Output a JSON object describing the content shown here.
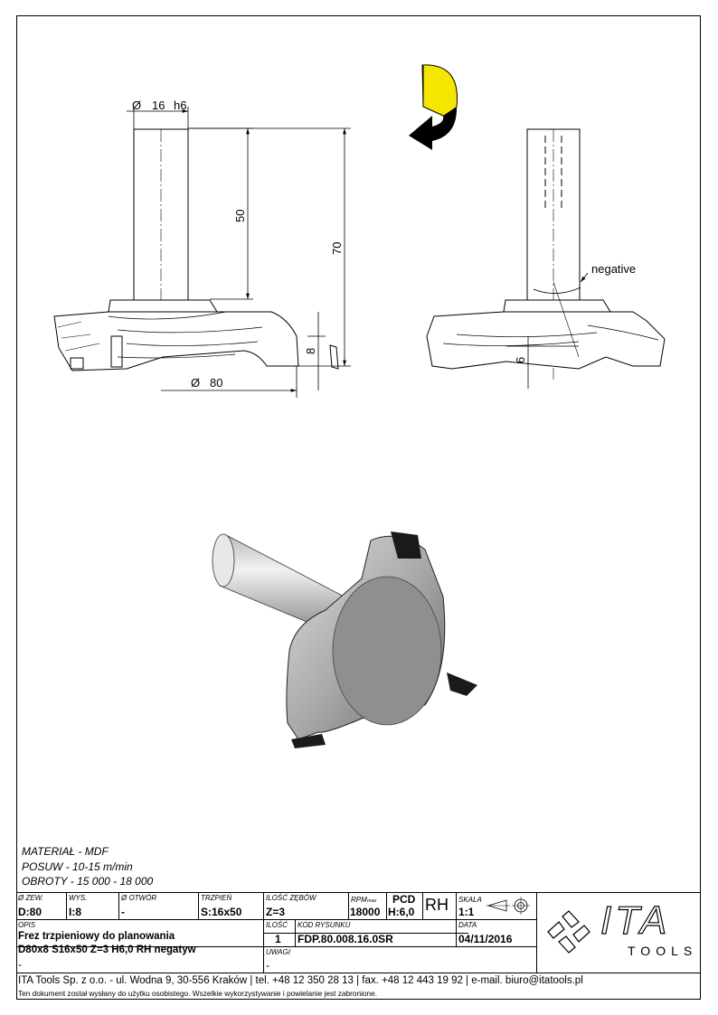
{
  "drawing": {
    "diameter_symbol": "Ø",
    "shank_dim": "16",
    "shank_tol": "h6",
    "length_50": "50",
    "length_70": "70",
    "height_8": "8",
    "diameter_80": "80",
    "angle_label": "negative",
    "offset_6": "6"
  },
  "notes": {
    "material": "MATERIAŁ - MDF",
    "feed": "POSUW - 10-15 m/min",
    "speed": "OBROTY - 15 000 - 18 000"
  },
  "title_block": {
    "outer_dia_label": "Ø ZEW.",
    "outer_dia_value": "D:80",
    "height_label": "WYS.",
    "height_value": "I:8",
    "bore_label": "Ø OTWÓR",
    "bore_value": "-",
    "shank_label": "TRZPIEŃ",
    "shank_value": "S:16x50",
    "teeth_label": "ILOŚĆ ZĘBÓW",
    "teeth_value": "Z=3",
    "rpm_label": "RPM",
    "rpm_sub": "max",
    "rpm_value": "18000",
    "material_head": "PCD",
    "material_value": "H:6,0",
    "rotation": "RH",
    "scale_label": "SKALA",
    "scale_value": "1:1",
    "desc_label": "OPIS",
    "desc_line1": "Frez trzpieniowy do planowania",
    "desc_line2": "D80x8 S16x50 Z=3 H6,0 RH negatyw",
    "desc_line3": "-",
    "qty_label": "ILOŚĆ",
    "qty_value": "1",
    "code_label": "KOD RYSUNKU",
    "code_value": "FDP.80.008.16.0SR",
    "date_label": "DATA",
    "date_value": "04/11/2016",
    "remarks_label": "UWAGI",
    "remarks_value": "-",
    "logo_text": "ITA",
    "logo_sub": "TOOLS"
  },
  "footer": {
    "address": "ITA Tools Sp. z o.o. - ul. Wodna 9, 30-556 Kraków | tel. +48 12 350 28 13 | fax. +48 12 443 19 92 | e-mail. biuro@itatools.pl",
    "disclaimer": "Ten dokument został wysłany do użytku osobistego. Wszelkie wykorzystywanie i powielanie jest zabronione."
  }
}
